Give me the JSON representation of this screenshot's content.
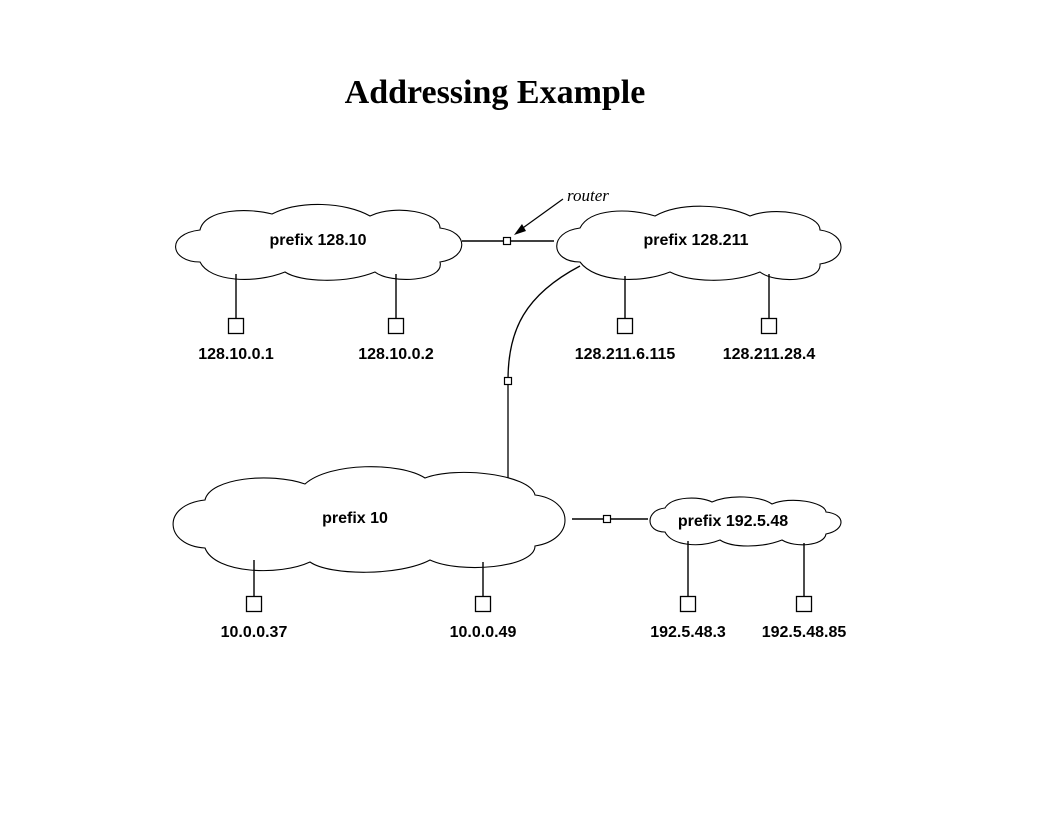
{
  "title": "Addressing Example",
  "router_label": "router",
  "networks": [
    {
      "id": "net-128-10",
      "label": "prefix 128.10"
    },
    {
      "id": "net-128-211",
      "label": "prefix 128.211"
    },
    {
      "id": "net-10",
      "label": "prefix 10"
    },
    {
      "id": "net-192-5-48",
      "label": "prefix 192.5.48"
    }
  ],
  "hosts": [
    {
      "network": "net-128-10",
      "address": "128.10.0.1"
    },
    {
      "network": "net-128-10",
      "address": "128.10.0.2"
    },
    {
      "network": "net-128-211",
      "address": "128.211.6.115"
    },
    {
      "network": "net-128-211",
      "address": "128.211.28.4"
    },
    {
      "network": "net-10",
      "address": "10.0.0.37"
    },
    {
      "network": "net-10",
      "address": "10.0.0.49"
    },
    {
      "network": "net-192-5-48",
      "address": "192.5.48.3"
    },
    {
      "network": "net-192-5-48",
      "address": "192.5.48.85"
    }
  ],
  "routers": [
    {
      "connects": [
        "net-128-10",
        "net-128-211"
      ]
    },
    {
      "connects": [
        "net-128-211",
        "net-10"
      ]
    },
    {
      "connects": [
        "net-10",
        "net-192-5-48"
      ]
    }
  ]
}
